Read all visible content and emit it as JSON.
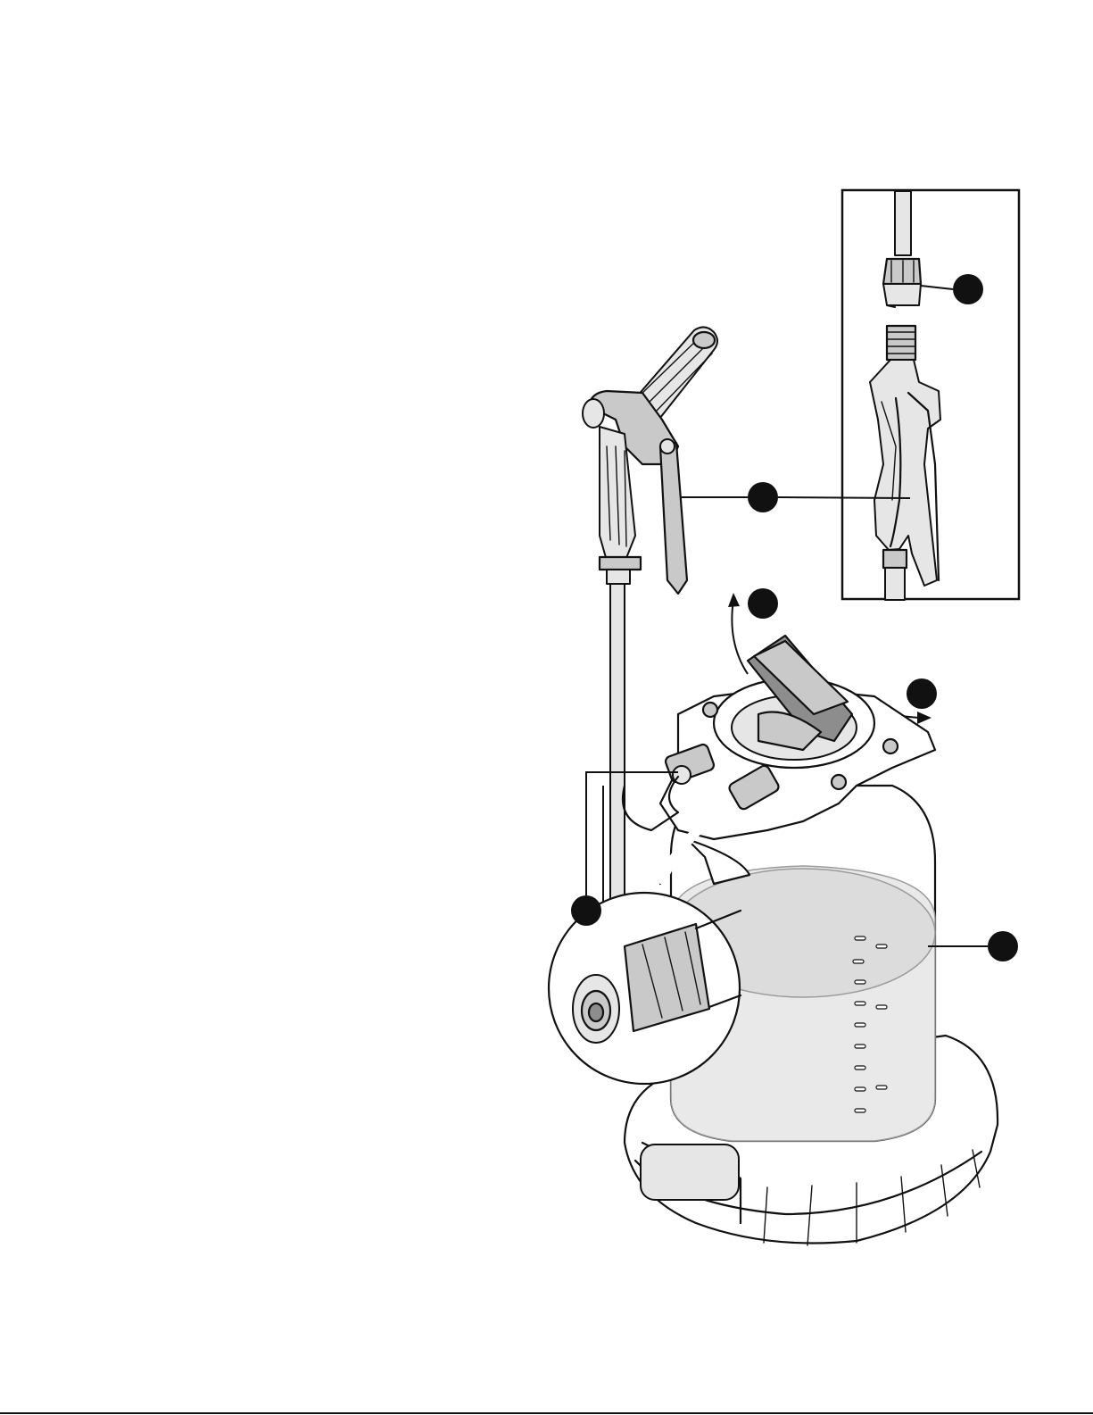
{
  "figure": {
    "callouts": [
      {
        "id": "inset-coupling"
      },
      {
        "id": "wand-handle"
      },
      {
        "id": "pump-handle-lift"
      },
      {
        "id": "pump-handle-turn"
      },
      {
        "id": "hose-connector"
      },
      {
        "id": "tank-fill-level"
      }
    ],
    "colors": {
      "line": "#111111",
      "fill_light": "#e6e6e6",
      "fill_mid": "#c9c9c9",
      "fill_dark": "#8d8d8d",
      "background": "#ffffff"
    }
  }
}
